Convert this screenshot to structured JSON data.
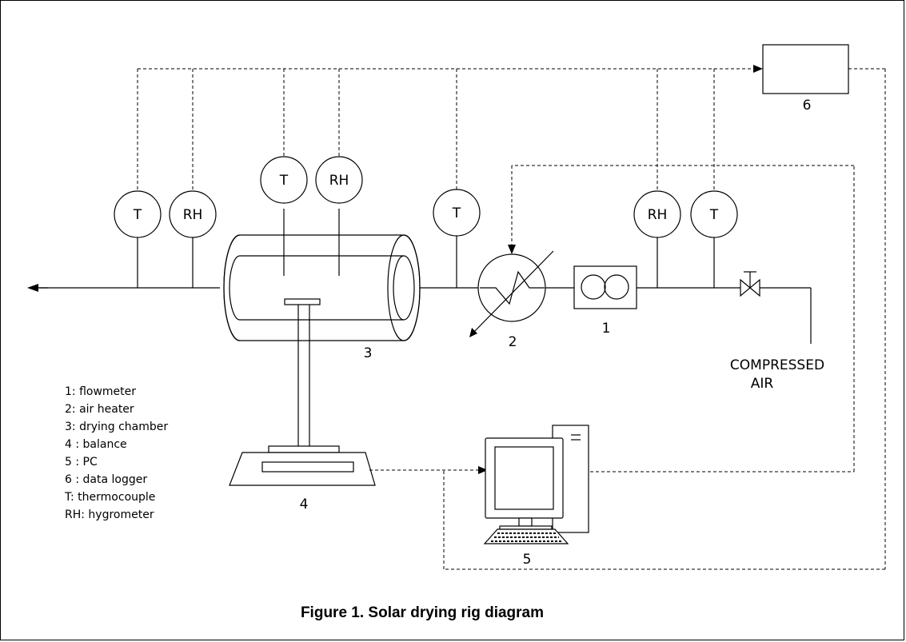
{
  "components": {
    "flowmeter_num": "1",
    "heater_num": "2",
    "chamber_num": "3",
    "balance_num": "4",
    "pc_num": "5",
    "logger_num": "6",
    "compressed_air_line1": "COMPRESSED",
    "compressed_air_line2": "AIR"
  },
  "sensors": {
    "outlet_t": "T",
    "outlet_rh": "RH",
    "chamber_t": "T",
    "chamber_rh": "RH",
    "mid_t": "T",
    "inlet_rh": "RH",
    "inlet_t": "T"
  },
  "legend": [
    "1: flowmeter",
    "2: air heater",
    "3: drying chamber",
    "4 : balance",
    "5 : PC",
    "6 : data logger",
    "T: thermocouple",
    "RH: hygrometer"
  ],
  "caption": "Figure 1. Solar drying rig diagram"
}
